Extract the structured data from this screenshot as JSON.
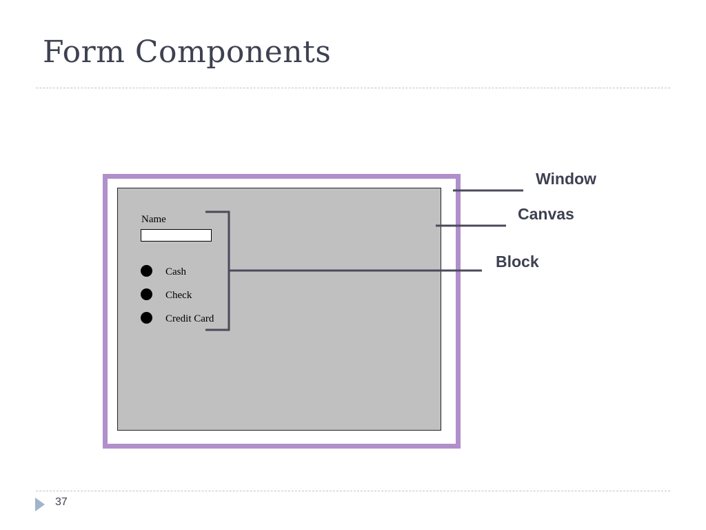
{
  "slide": {
    "title": "Form Components",
    "page_number": "37"
  },
  "form": {
    "name_label": "Name",
    "name_value": "",
    "radio_options": [
      "Cash",
      "Check",
      "Credit Card"
    ]
  },
  "callouts": {
    "window": "Window",
    "canvas": "Canvas",
    "block": "Block"
  },
  "colors": {
    "window_border": "#b08fcb",
    "canvas_fill": "#c0c0c0",
    "callout_text": "#3d4150",
    "leader_line": "#4a4a5a"
  }
}
